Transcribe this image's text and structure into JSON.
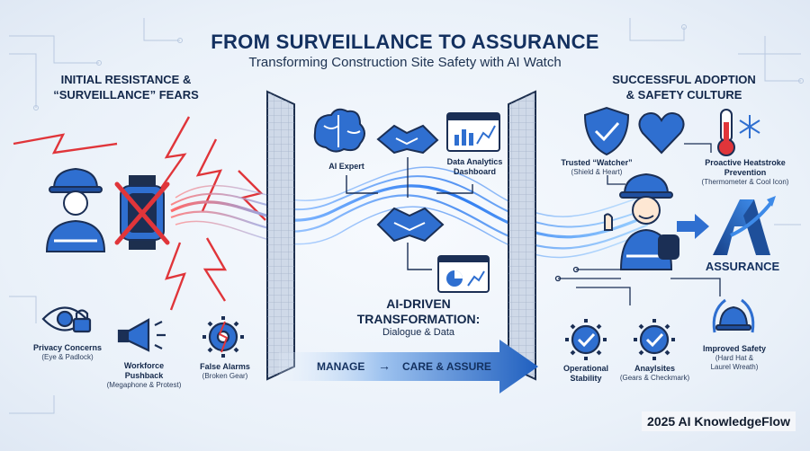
{
  "header": {
    "title": "FROM SURVEILLANCE TO ASSURANCE",
    "subtitle": "Transforming Construction Site Safety with AI Watch"
  },
  "left": {
    "heading_line1": "INITIAL RESISTANCE &",
    "heading_line2": "“SURVEILLANCE” FEARS",
    "privacy": {
      "label": "Privacy Concerns",
      "sub": "(Eye & Padlock)"
    },
    "pushback": {
      "label_line1": "Workforce",
      "label_line2": "Pushback",
      "sub": "(Megaphone & Protest)"
    },
    "false_alarms": {
      "label": "False Alarms",
      "sub": "(Broken Gear)"
    }
  },
  "middle": {
    "ai_expert": "AI Expert",
    "dashboard_line1": "Data Analytics",
    "dashboard_line2": "Dashboard",
    "heading_line1": "AI-DRIVEN",
    "heading_line2": "TRANSFORMATION:",
    "heading_sub": "Dialogue & Data",
    "arrow_from": "MANAGE",
    "arrow_to": "CARE & ASSURE"
  },
  "right": {
    "heading_line1": "SUCCESSFUL ADOPTION",
    "heading_line2": "& SAFETY CULTURE",
    "trusted": {
      "label": "Trusted “Watcher”",
      "sub": "(Shield & Heart)"
    },
    "heatstroke": {
      "label_line1": "Proactive Heatstroke",
      "label_line2": "Prevention",
      "sub": "(Thermometer & Cool Icon)"
    },
    "assurance": "ASSURANCE",
    "operational": {
      "label_line1": "Operational",
      "label_line2": "Stability"
    },
    "analysites": {
      "label": "Anaylsites",
      "sub": "(Gears & Checkmark)"
    },
    "improved": {
      "label": "Improved Safety",
      "sub_line1": "(Hard Hat &",
      "sub_line2": "Laurel Wreath)"
    }
  },
  "footer": {
    "brand": "2025 AI KnowledgeFlow"
  },
  "colors": {
    "navy": "#13305f",
    "blue": "#2f6fd0",
    "red": "#e0353a",
    "accent": "#4aa3ff"
  }
}
